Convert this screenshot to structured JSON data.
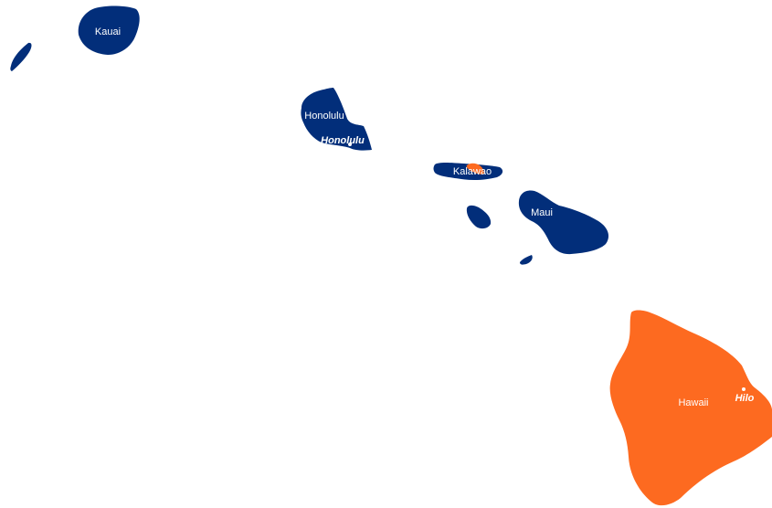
{
  "colors": {
    "default_county": "#022e7a",
    "highlighted_county": "#fd6a20",
    "background": "#ffffff",
    "label": "#ffffff"
  },
  "counties": [
    {
      "id": "kauai",
      "label": "Kauai",
      "highlighted": false
    },
    {
      "id": "niihau",
      "label": "",
      "highlighted": false
    },
    {
      "id": "honolulu",
      "label": "Honolulu",
      "highlighted": false
    },
    {
      "id": "kalawao",
      "label": "Kalawao",
      "highlighted": true
    },
    {
      "id": "maui",
      "label": "Maui",
      "highlighted": false
    },
    {
      "id": "hawaii",
      "label": "Hawaii",
      "highlighted": true
    }
  ],
  "cities": [
    {
      "id": "honolulu-city",
      "label": "Honolulu"
    },
    {
      "id": "hilo-city",
      "label": "Hilo"
    }
  ]
}
